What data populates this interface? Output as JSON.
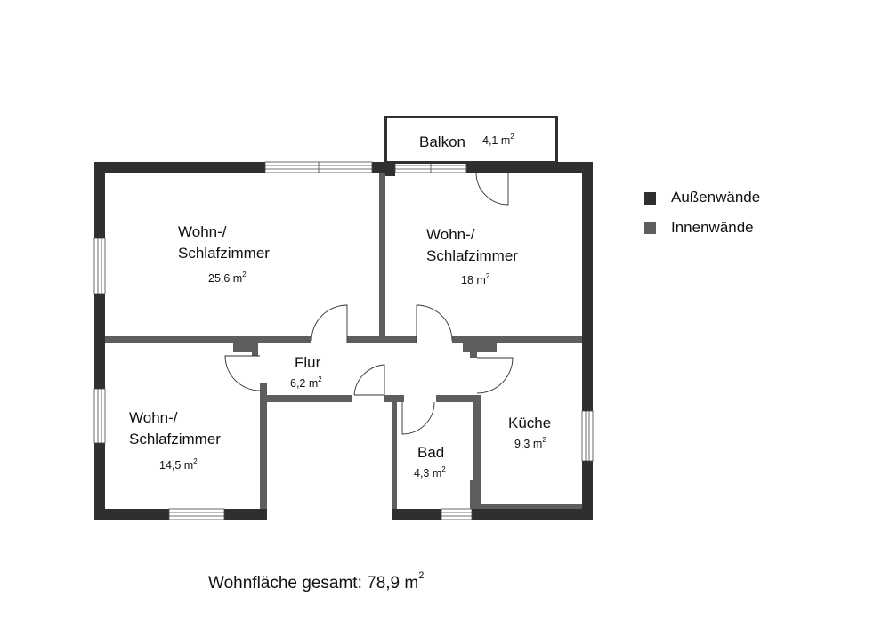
{
  "colors": {
    "outer_wall": "#2f2f2f",
    "inner_wall": "#5e5e5e"
  },
  "rooms": [
    {
      "name_line1": "Wohn-/",
      "name_line2": "Schlafzimmer",
      "area": "25,6 m",
      "unit_exp": "2"
    },
    {
      "name_line1": "Wohn-/",
      "name_line2": "Schlafzimmer",
      "area": "18 m",
      "unit_exp": "2"
    },
    {
      "name_line1": "Wohn-/",
      "name_line2": "Schlafzimmer",
      "area": "14,5 m",
      "unit_exp": "2"
    },
    {
      "name_line1": "Flur",
      "area": "6,2 m",
      "unit_exp": "2"
    },
    {
      "name_line1": "Bad",
      "area": "4,3 m",
      "unit_exp": "2"
    },
    {
      "name_line1": "Küche",
      "area": "9,3 m",
      "unit_exp": "2"
    },
    {
      "name_line1": "Balkon",
      "area": "4,1 m",
      "unit_exp": "2"
    }
  ],
  "legend": [
    {
      "label": "Außenwände"
    },
    {
      "label": "Innenwände"
    }
  ],
  "total": {
    "label": "Wohnfläche gesamt: 78,9 m",
    "unit_exp": "2"
  }
}
